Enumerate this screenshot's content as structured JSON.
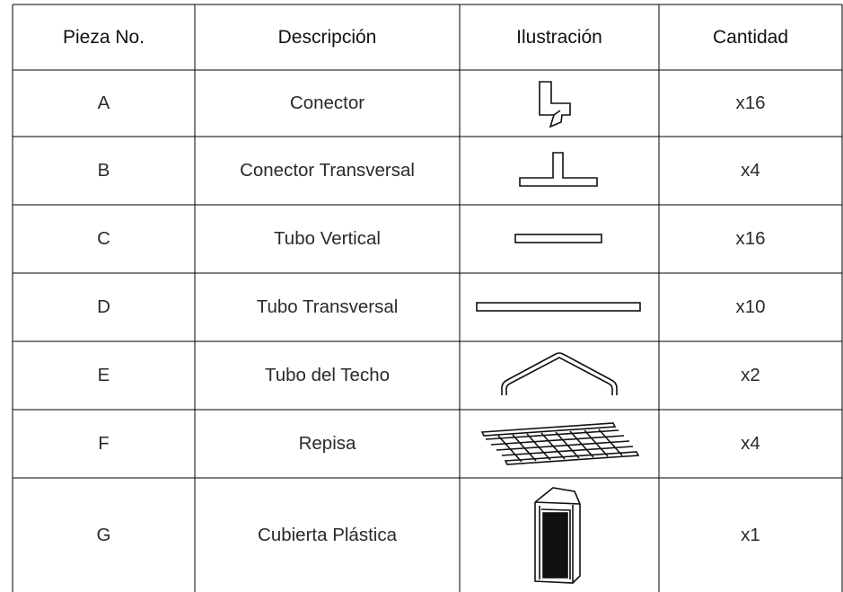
{
  "table": {
    "headers": {
      "piece": "Pieza No.",
      "description": "Descripción",
      "illustration": "Ilustración",
      "quantity": "Cantidad"
    },
    "rows": [
      {
        "piece": "A",
        "description": "Conector",
        "icon": "connector-icon",
        "quantity": "x16"
      },
      {
        "piece": "B",
        "description": "Conector Transversal",
        "icon": "cross-connector-icon",
        "quantity": "x4"
      },
      {
        "piece": "C",
        "description": "Tubo Vertical",
        "icon": "short-tube-icon",
        "quantity": "x16"
      },
      {
        "piece": "D",
        "description": "Tubo Transversal",
        "icon": "long-tube-icon",
        "quantity": "x10"
      },
      {
        "piece": "E",
        "description": "Tubo del Techo",
        "icon": "roof-tube-icon",
        "quantity": "x2"
      },
      {
        "piece": "F",
        "description": "Repisa",
        "icon": "shelf-grid-icon",
        "quantity": "x4"
      },
      {
        "piece": "G",
        "description": "Cubierta Plástica",
        "icon": "plastic-cover-icon",
        "quantity": "x1"
      }
    ]
  }
}
